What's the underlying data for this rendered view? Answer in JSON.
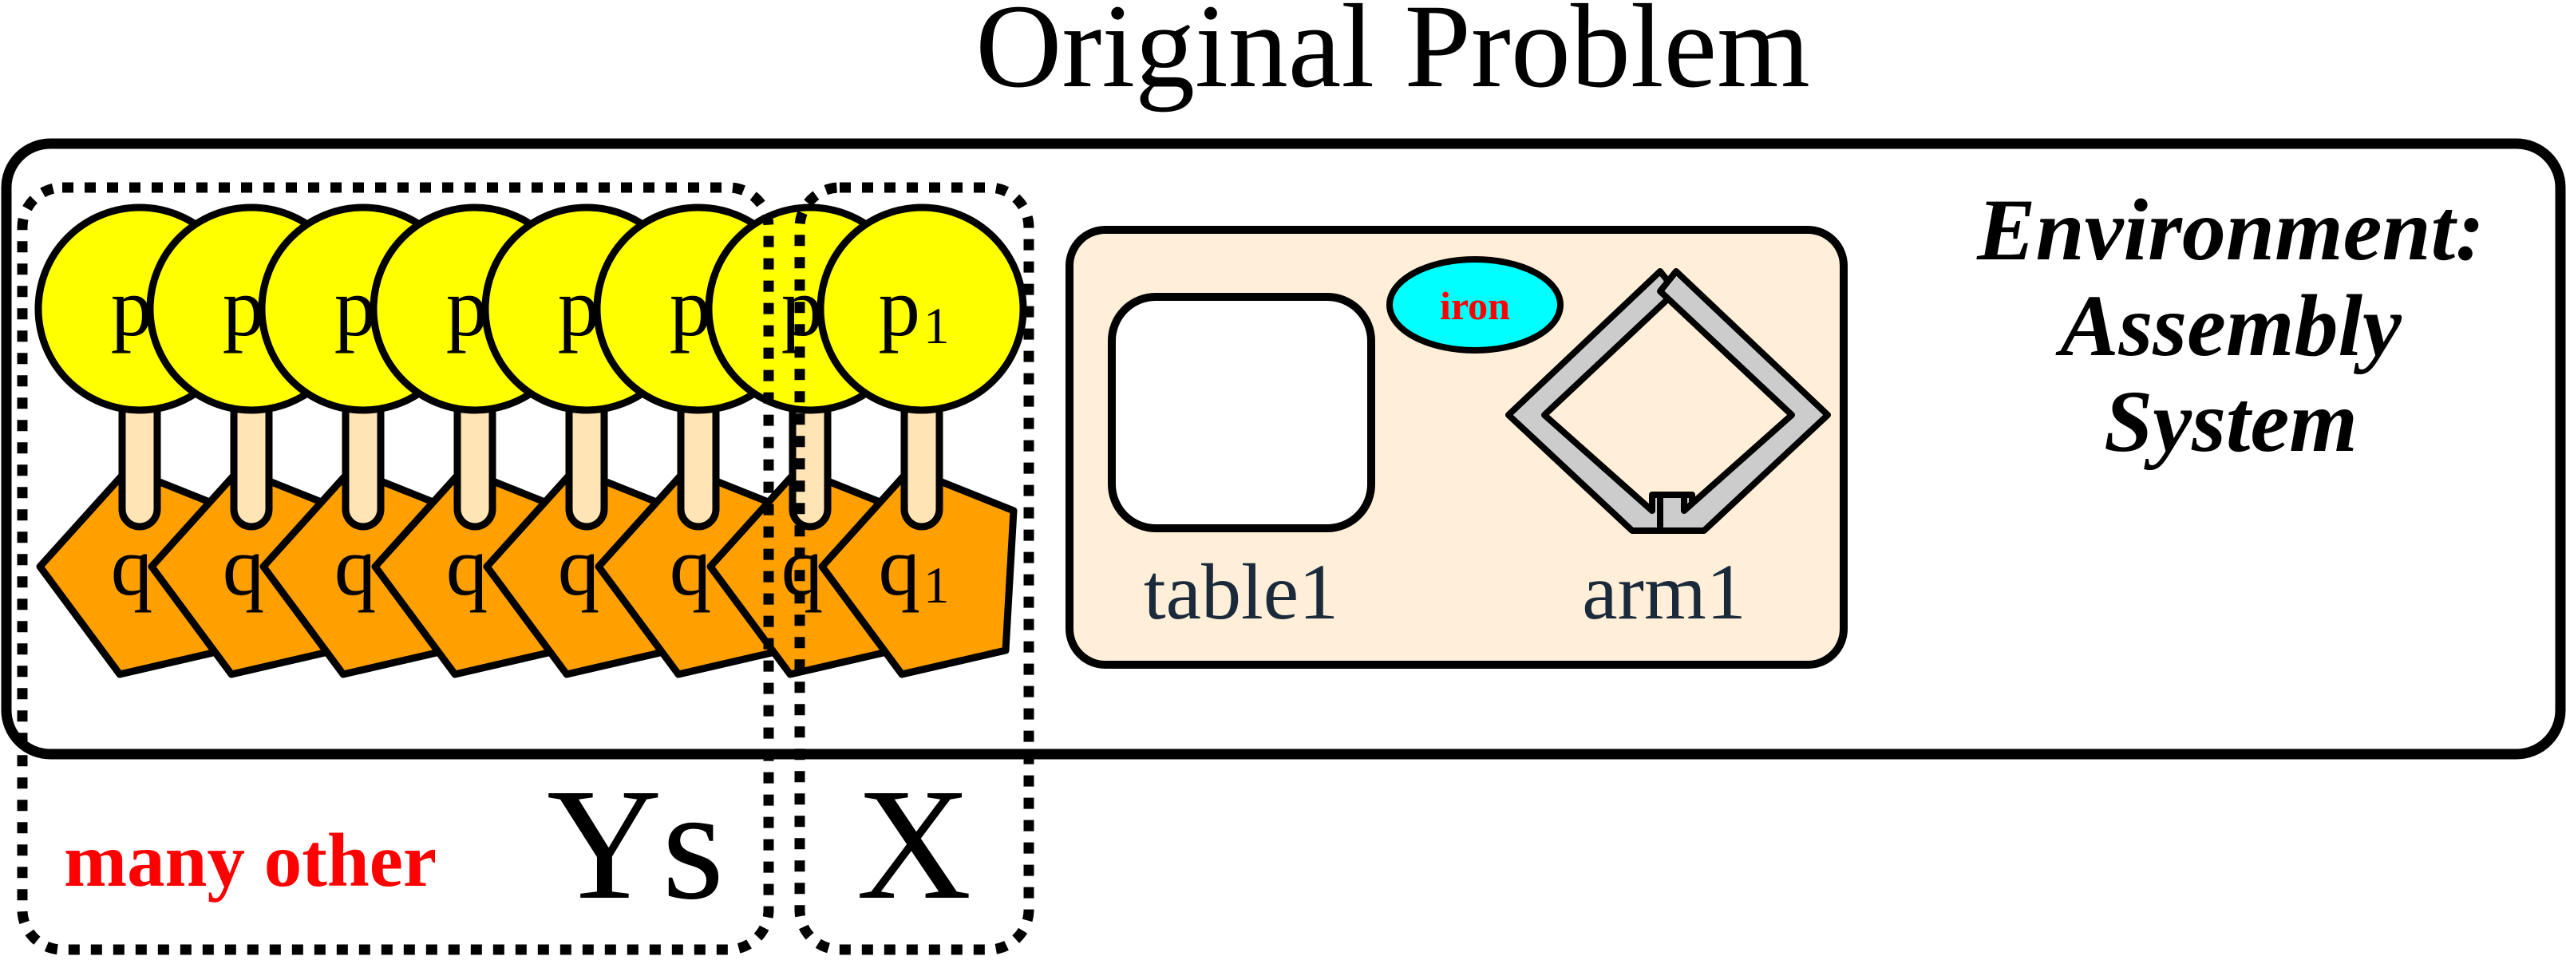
{
  "title": "Original Problem",
  "environment": {
    "line1": "Environment:",
    "line2": "Assembly",
    "line3": "System"
  },
  "workspace": {
    "table_label": "table1",
    "arm_label": "arm1",
    "iron_label": "iron"
  },
  "agents": {
    "count": 8,
    "p_label": "p",
    "q_label": "q",
    "subscript": "1",
    "colors": {
      "p_fill": "#ffff00",
      "q_fill": "#ffa000",
      "connector_fill": "#ffe4b5"
    }
  },
  "groups": {
    "others_prefix": "many other",
    "others_symbol": "Ys",
    "selected_symbol": "X"
  },
  "colors": {
    "outline": "#000000",
    "workspace_bg": "#ffeed8",
    "iron_bg": "#00ffff",
    "accent_text": "#ff0000",
    "arm_fill": "#cccccc"
  }
}
